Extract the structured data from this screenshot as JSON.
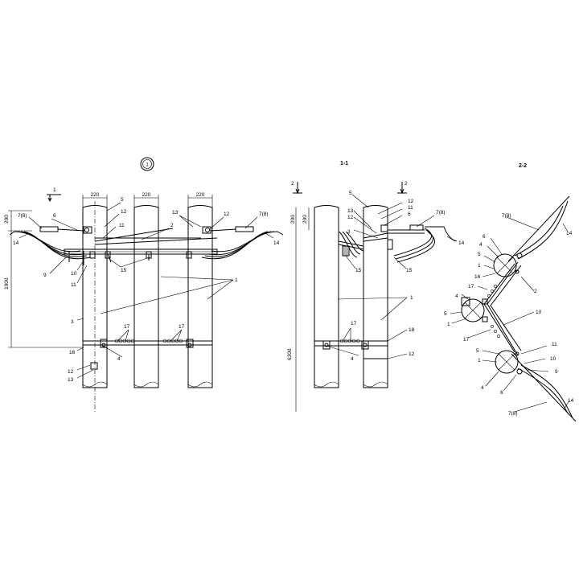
{
  "views": {
    "front_marker": "1",
    "section_1_title": "1-1",
    "section_2_title": "2-2",
    "cut_1": "1",
    "cut_2a": "2",
    "cut_2b": "2"
  },
  "dimensions": {
    "pole_width_a": "220",
    "pole_width_b": "220",
    "pole_width_c": "220",
    "top_left": "200",
    "top_right": "200",
    "top_side": "200",
    "span": "1000",
    "height": "6300"
  },
  "labels": {
    "p1": "1",
    "p2": "2",
    "p3": "3",
    "p4": "4",
    "p5": "5",
    "p6": "6",
    "p7": "7(8)",
    "p9": "9",
    "p10": "10",
    "p11": "11",
    "p12": "12",
    "p13": "13",
    "p14": "14",
    "p15": "15",
    "p16": "16",
    "p17": "17",
    "p18": "18"
  }
}
